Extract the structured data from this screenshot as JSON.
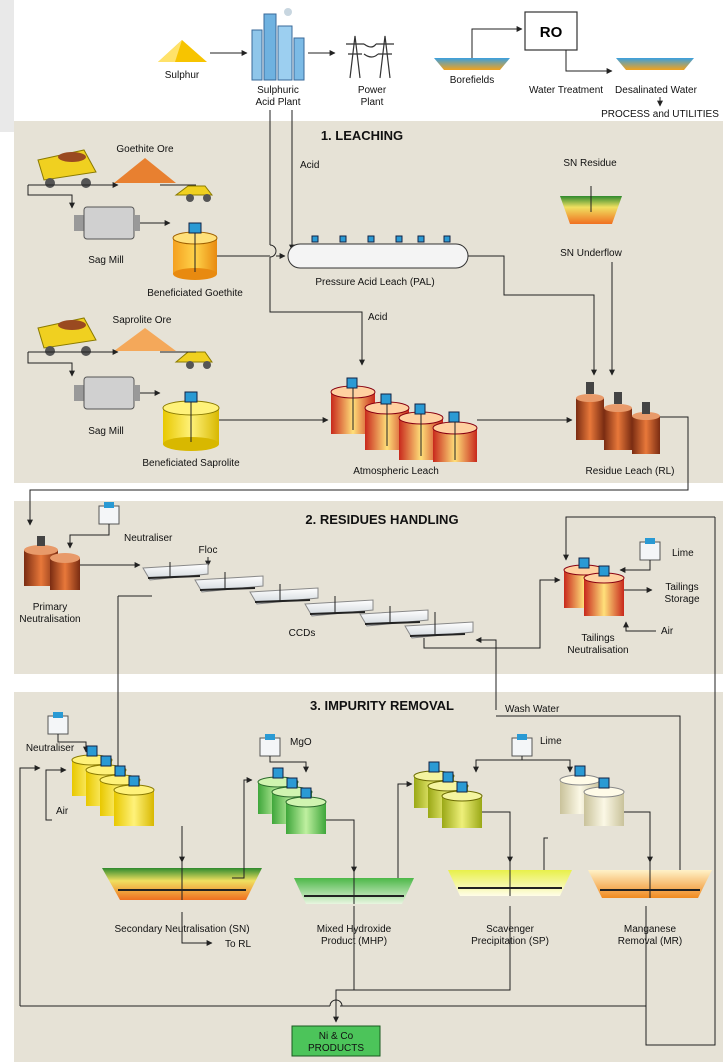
{
  "utilities": {
    "sulphur": "Sulphur",
    "acid_plant_1": "Sulphuric",
    "acid_plant_2": "Acid Plant",
    "power_plant_1": "Power",
    "power_plant_2": "Plant",
    "borefields": "Borefields",
    "ro": "RO",
    "water_treatment": "Water Treatment",
    "desalinated_water": "Desalinated Water",
    "process_utilities": "PROCESS and UTILITIES"
  },
  "leaching": {
    "title": "1. LEACHING",
    "acid_1": "Acid",
    "acid_2": "Acid",
    "goethite_ore": "Goethite Ore",
    "sag_mill_1": "Sag Mill",
    "beneficiated_goethite": "Beneficiated Goethite",
    "pal": "Pressure Acid Leach (PAL)",
    "sn_residue": "SN Residue",
    "sn_underflow": "SN Underflow",
    "saprolite_ore": "Saprolite Ore",
    "sag_mill_2": "Sag Mill",
    "beneficiated_saprolite": "Beneficiated Saprolite",
    "atmospheric_leach": "Atmospheric Leach",
    "residue_leach": "Residue Leach (RL)"
  },
  "residues": {
    "title": "2. RESIDUES HANDLING",
    "neutraliser": "Neutraliser",
    "floc": "Floc",
    "primary_1": "Primary",
    "primary_2": "Neutralisation",
    "ccds": "CCDs",
    "lime": "Lime",
    "tailings_storage_1": "Tailings",
    "tailings_storage_2": "Storage",
    "air": "Air",
    "tailings_neut_1": "Tailings",
    "tailings_neut_2": "Neutralisation"
  },
  "impurity": {
    "title": "3. IMPURITY REMOVAL",
    "wash_water": "Wash Water",
    "neutraliser": "Neutraliser",
    "air": "Air",
    "mgo": "MgO",
    "lime": "Lime",
    "sn": "Secondary Neutralisation (SN)",
    "to_rl": "To RL",
    "mhp_1": "Mixed Hydroxide",
    "mhp_2": "Product (MHP)",
    "sp_1": "Scavenger",
    "sp_2": "Precipitation (SP)",
    "mr_1": "Manganese",
    "mr_2": "Removal (MR)",
    "products_1": "Ni & Co",
    "products_2": "PRODUCTS"
  },
  "colors": {
    "panel": "#e6e2d6",
    "accent_blue": "#2a9ad4",
    "products_green": "#4cc45a"
  }
}
